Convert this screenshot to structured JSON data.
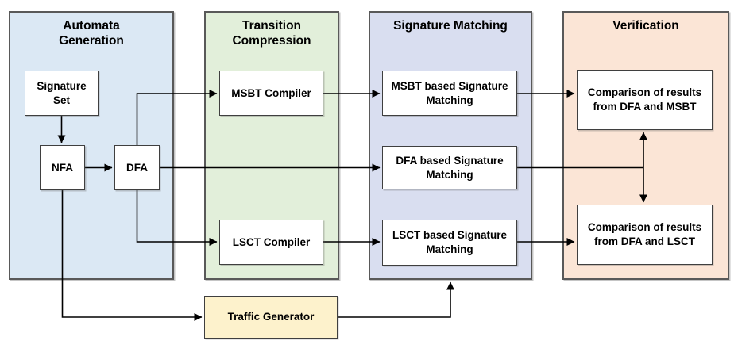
{
  "diagram": {
    "panels": [
      {
        "id": "automata-generation",
        "label": "Automata Generation"
      },
      {
        "id": "transition-compression",
        "label": "Transition Compression"
      },
      {
        "id": "signature-matching",
        "label": "Signature Matching"
      },
      {
        "id": "verification",
        "label": "Verification"
      }
    ],
    "nodes": {
      "signature_set": {
        "label": "Signature Set"
      },
      "nfa": {
        "label": "NFA"
      },
      "dfa": {
        "label": "DFA"
      },
      "msbt_compiler": {
        "label": "MSBT Compiler"
      },
      "lsct_compiler": {
        "label": "LSCT Compiler"
      },
      "msbt_matching": {
        "label": "MSBT based Signature Matching"
      },
      "dfa_matching": {
        "label": "DFA based Signature Matching"
      },
      "lsct_matching": {
        "label": "LSCT based Signature Matching"
      },
      "comparison_msbt": {
        "label": "Comparison of results from DFA and MSBT"
      },
      "comparison_lsct": {
        "label": "Comparison of results from DFA and LSCT"
      },
      "traffic_generator": {
        "label": "Traffic Generator"
      }
    },
    "edges": [
      {
        "from": "signature_set",
        "to": "nfa",
        "arrow": "single"
      },
      {
        "from": "nfa",
        "to": "dfa",
        "arrow": "single"
      },
      {
        "from": "dfa",
        "to": "msbt_compiler",
        "arrow": "single"
      },
      {
        "from": "dfa",
        "to": "dfa_matching",
        "arrow": "single"
      },
      {
        "from": "dfa",
        "to": "lsct_compiler",
        "arrow": "single"
      },
      {
        "from": "msbt_compiler",
        "to": "msbt_matching",
        "arrow": "single"
      },
      {
        "from": "lsct_compiler",
        "to": "lsct_matching",
        "arrow": "single"
      },
      {
        "from": "msbt_matching",
        "to": "comparison_msbt",
        "arrow": "single"
      },
      {
        "from": "lsct_matching",
        "to": "comparison_lsct",
        "arrow": "single"
      },
      {
        "from": "dfa_matching",
        "to": "comparison_msbt",
        "arrow": "branch-up"
      },
      {
        "from": "dfa_matching",
        "to": "comparison_lsct",
        "arrow": "branch-down"
      },
      {
        "from": "nfa",
        "to": "traffic_generator",
        "arrow": "single"
      },
      {
        "from": "traffic_generator",
        "to": "signature-matching-panel",
        "arrow": "single"
      }
    ],
    "colors": {
      "automata_panel": "#dbe8f4",
      "compression_panel": "#e2efda",
      "matching_panel": "#d9def0",
      "verification_panel": "#fbe5d6",
      "traffic_generator": "#fdf2cc",
      "node_fill": "#ffffff",
      "panel_border": "#595959",
      "node_border": "#3f3f3f",
      "arrow": "#000000",
      "text": "#000000"
    }
  }
}
